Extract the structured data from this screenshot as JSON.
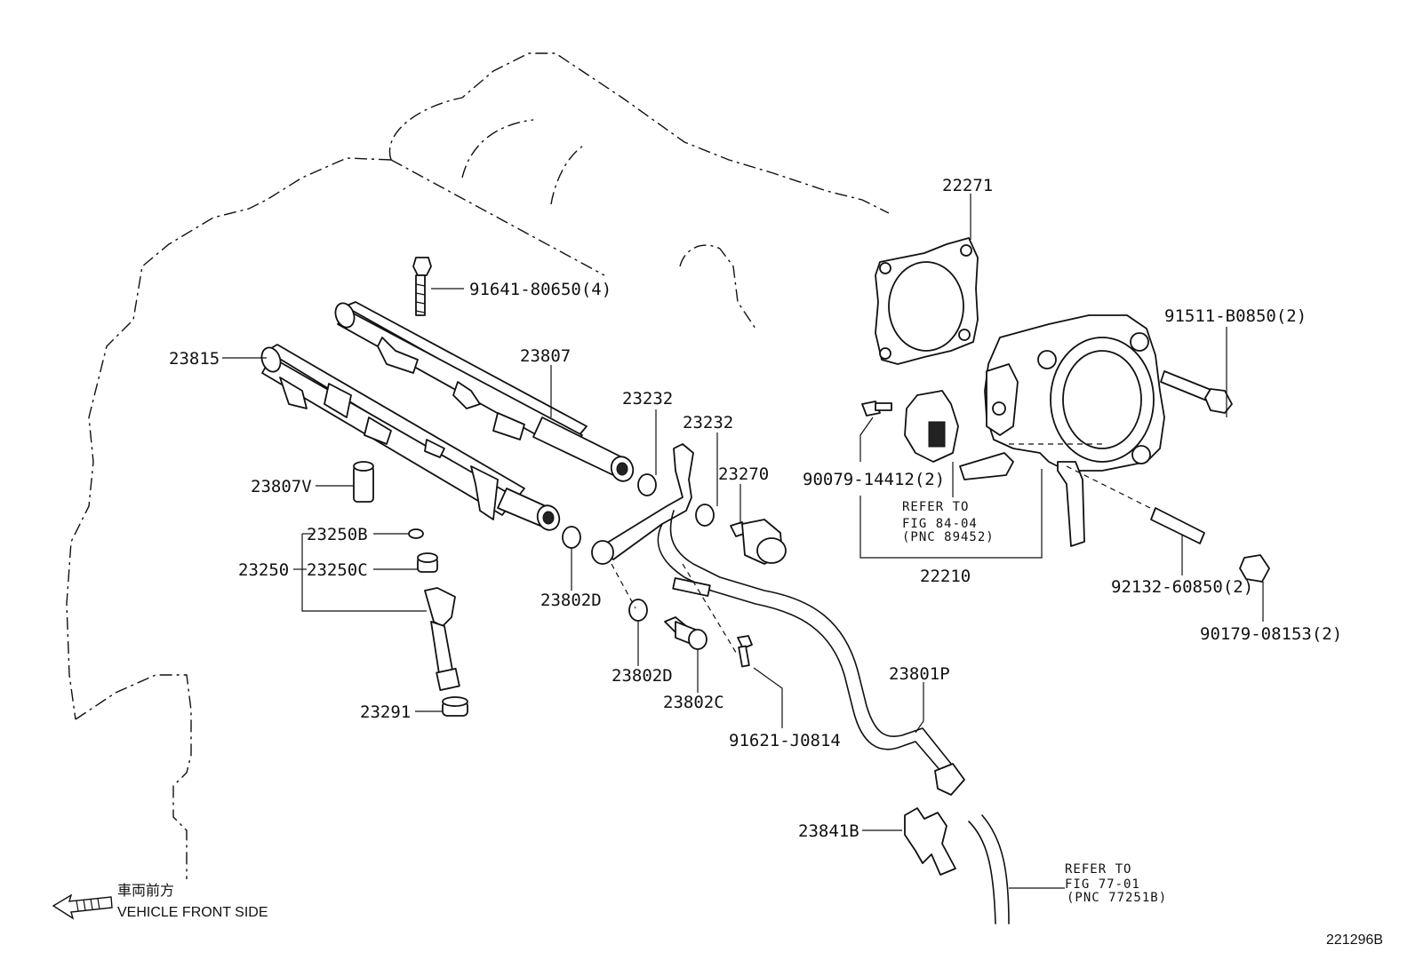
{
  "labels": {
    "p22271": "22271",
    "p91641": "91641-80650(4)",
    "p23815": "23815",
    "p23807": "23807",
    "p23232a": "23232",
    "p23232b": "23232",
    "p23270": "23270",
    "p23807v": "23807V",
    "p23250b": "23250B",
    "p23250": "23250",
    "p23250c": "23250C",
    "p23802d_a": "23802D",
    "p23802d_b": "23802D",
    "p23802c": "23802C",
    "p23291": "23291",
    "p91621": "91621-J0814",
    "p23801p": "23801P",
    "p23841b": "23841B",
    "p90079": "90079-14412(2)",
    "p22210": "22210",
    "p91511": "91511-B0850(2)",
    "p92132": "92132-60850(2)",
    "p90179": "90179-08153(2)"
  },
  "refs": {
    "fig84": {
      "line1": "REFER TO",
      "line2": "FIG 84-04",
      "line3": "(PNC 89452)"
    },
    "fig77": {
      "line1": "REFER TO",
      "line2": "FIG 77-01",
      "line3": "(PNC 77251B)"
    }
  },
  "direction": {
    "jp": "車両前方",
    "en": "VEHICLE FRONT SIDE"
  },
  "diagram_id": "221296B"
}
